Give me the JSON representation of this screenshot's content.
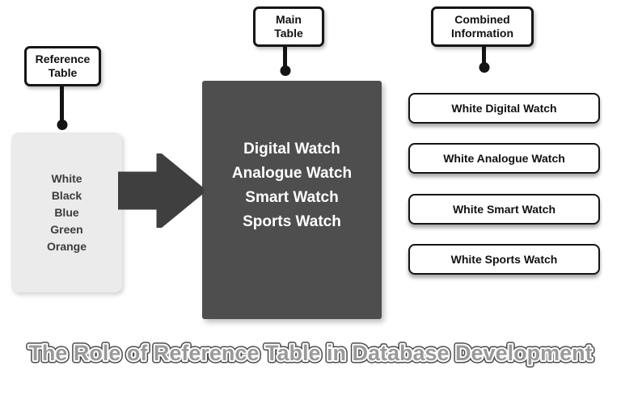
{
  "reference": {
    "label": "Reference Table",
    "items": [
      "White",
      "Black",
      "Blue",
      "Green",
      "Orange"
    ]
  },
  "main": {
    "label": "Main Table",
    "items": [
      "Digital Watch",
      "Analogue Watch",
      "Smart Watch",
      "Sports Watch"
    ]
  },
  "combined": {
    "label": "Combined Information",
    "items": [
      "White Digital Watch",
      "White Analogue Watch",
      "White Smart Watch",
      "White Sports Watch"
    ]
  },
  "title": "The Role of Reference Table in Database Development",
  "colors": {
    "dark_box": "#4e4e4e",
    "light_box": "#ebebeb",
    "arrow": "#3f3f3f",
    "border": "#141414",
    "title_fill": "#999999",
    "title_outline": "#4a4a4a"
  }
}
